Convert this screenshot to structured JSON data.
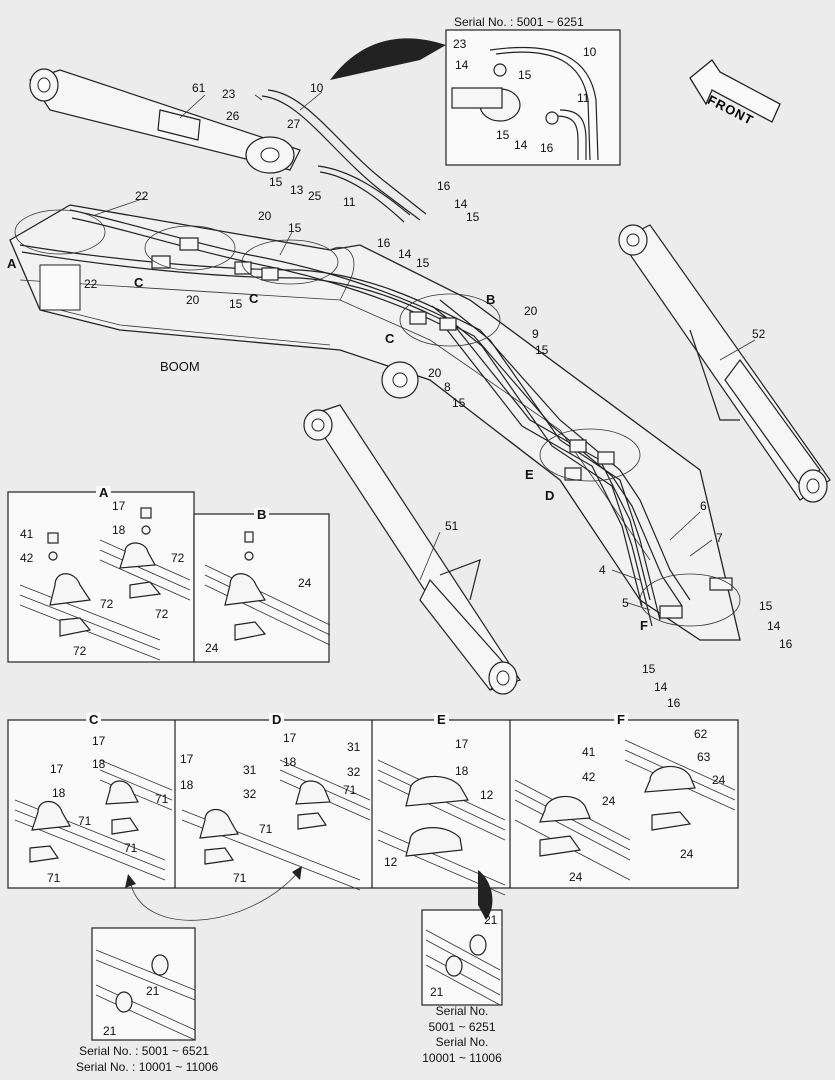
{
  "serial_top": "Serial No. : 5001 ~ 6251",
  "front_label": "FRONT",
  "boom_label": "BOOM",
  "detail_titles": {
    "A": "A",
    "B": "B",
    "C": "C",
    "D": "D",
    "E": "E",
    "F": "F"
  },
  "main_callouts": {
    "n61": "61",
    "n10": "10",
    "n23": "23",
    "n26": "26",
    "n27": "27",
    "n15a": "15",
    "n13": "13",
    "n25": "25",
    "n11": "11",
    "n16a": "16",
    "n14a": "14",
    "n15b": "15",
    "n16b": "16",
    "n14b": "14",
    "n15c": "15",
    "n22a": "22",
    "n22b": "22",
    "n20a": "20",
    "n15d": "15",
    "n20b": "20",
    "n15e": "15",
    "cA": "A",
    "cC1": "C",
    "cC2": "C",
    "cB": "B",
    "cC3": "C",
    "n20c": "20",
    "n9": "9",
    "n15f": "15",
    "n20d": "20",
    "n8": "8",
    "n15g": "15",
    "n52": "52",
    "n51": "51",
    "cE": "E",
    "cD": "D",
    "n6": "6",
    "n7": "7",
    "n4": "4",
    "n5": "5",
    "cF": "F",
    "n15h": "15",
    "n14c": "14",
    "n16c": "16",
    "n15i": "15",
    "n14d": "14",
    "n16d": "16"
  },
  "inset_callouts": {
    "i23": "23",
    "i10": "10",
    "i14a": "14",
    "i15a": "15",
    "i11": "11",
    "i15b": "15",
    "i14b": "14",
    "i16": "16"
  },
  "detail_A": {
    "n17": "17",
    "n18": "18",
    "n41": "41",
    "n42": "42",
    "n72a": "72",
    "n72b": "72",
    "n72c": "72",
    "n72d": "72"
  },
  "detail_B": {
    "n24a": "24",
    "n24b": "24"
  },
  "detail_C": {
    "n17a": "17",
    "n18a": "18",
    "n17b": "17",
    "n18b": "18",
    "n71a": "71",
    "n71b": "71",
    "n71c": "71",
    "n71d": "71"
  },
  "detail_D": {
    "n17a": "17",
    "n31a": "31",
    "n18a": "18",
    "n32a": "32",
    "n71a": "71",
    "n17b": "17",
    "n31b": "31",
    "n18b": "18",
    "n32b": "32",
    "n71b": "71",
    "n71c": "71"
  },
  "detail_E": {
    "n17": "17",
    "n18": "18",
    "n12a": "12",
    "n12b": "12"
  },
  "detail_F": {
    "n41": "41",
    "n42": "42",
    "n24a": "24",
    "n24b": "24",
    "n62": "62",
    "n63": "63",
    "n24c": "24",
    "n24d": "24"
  },
  "bottom_left": {
    "n21a": "21",
    "n21b": "21",
    "serial_1": "Serial No. : 5001 ~ 6521",
    "serial_2": "Serial No. : 10001 ~ 11006"
  },
  "bottom_right": {
    "n21a": "21",
    "n21b": "21",
    "serial_1": "Serial No.",
    "serial_2": "5001 ~ 6251",
    "serial_3": "Serial No.",
    "serial_4": "10001 ~ 11006"
  }
}
